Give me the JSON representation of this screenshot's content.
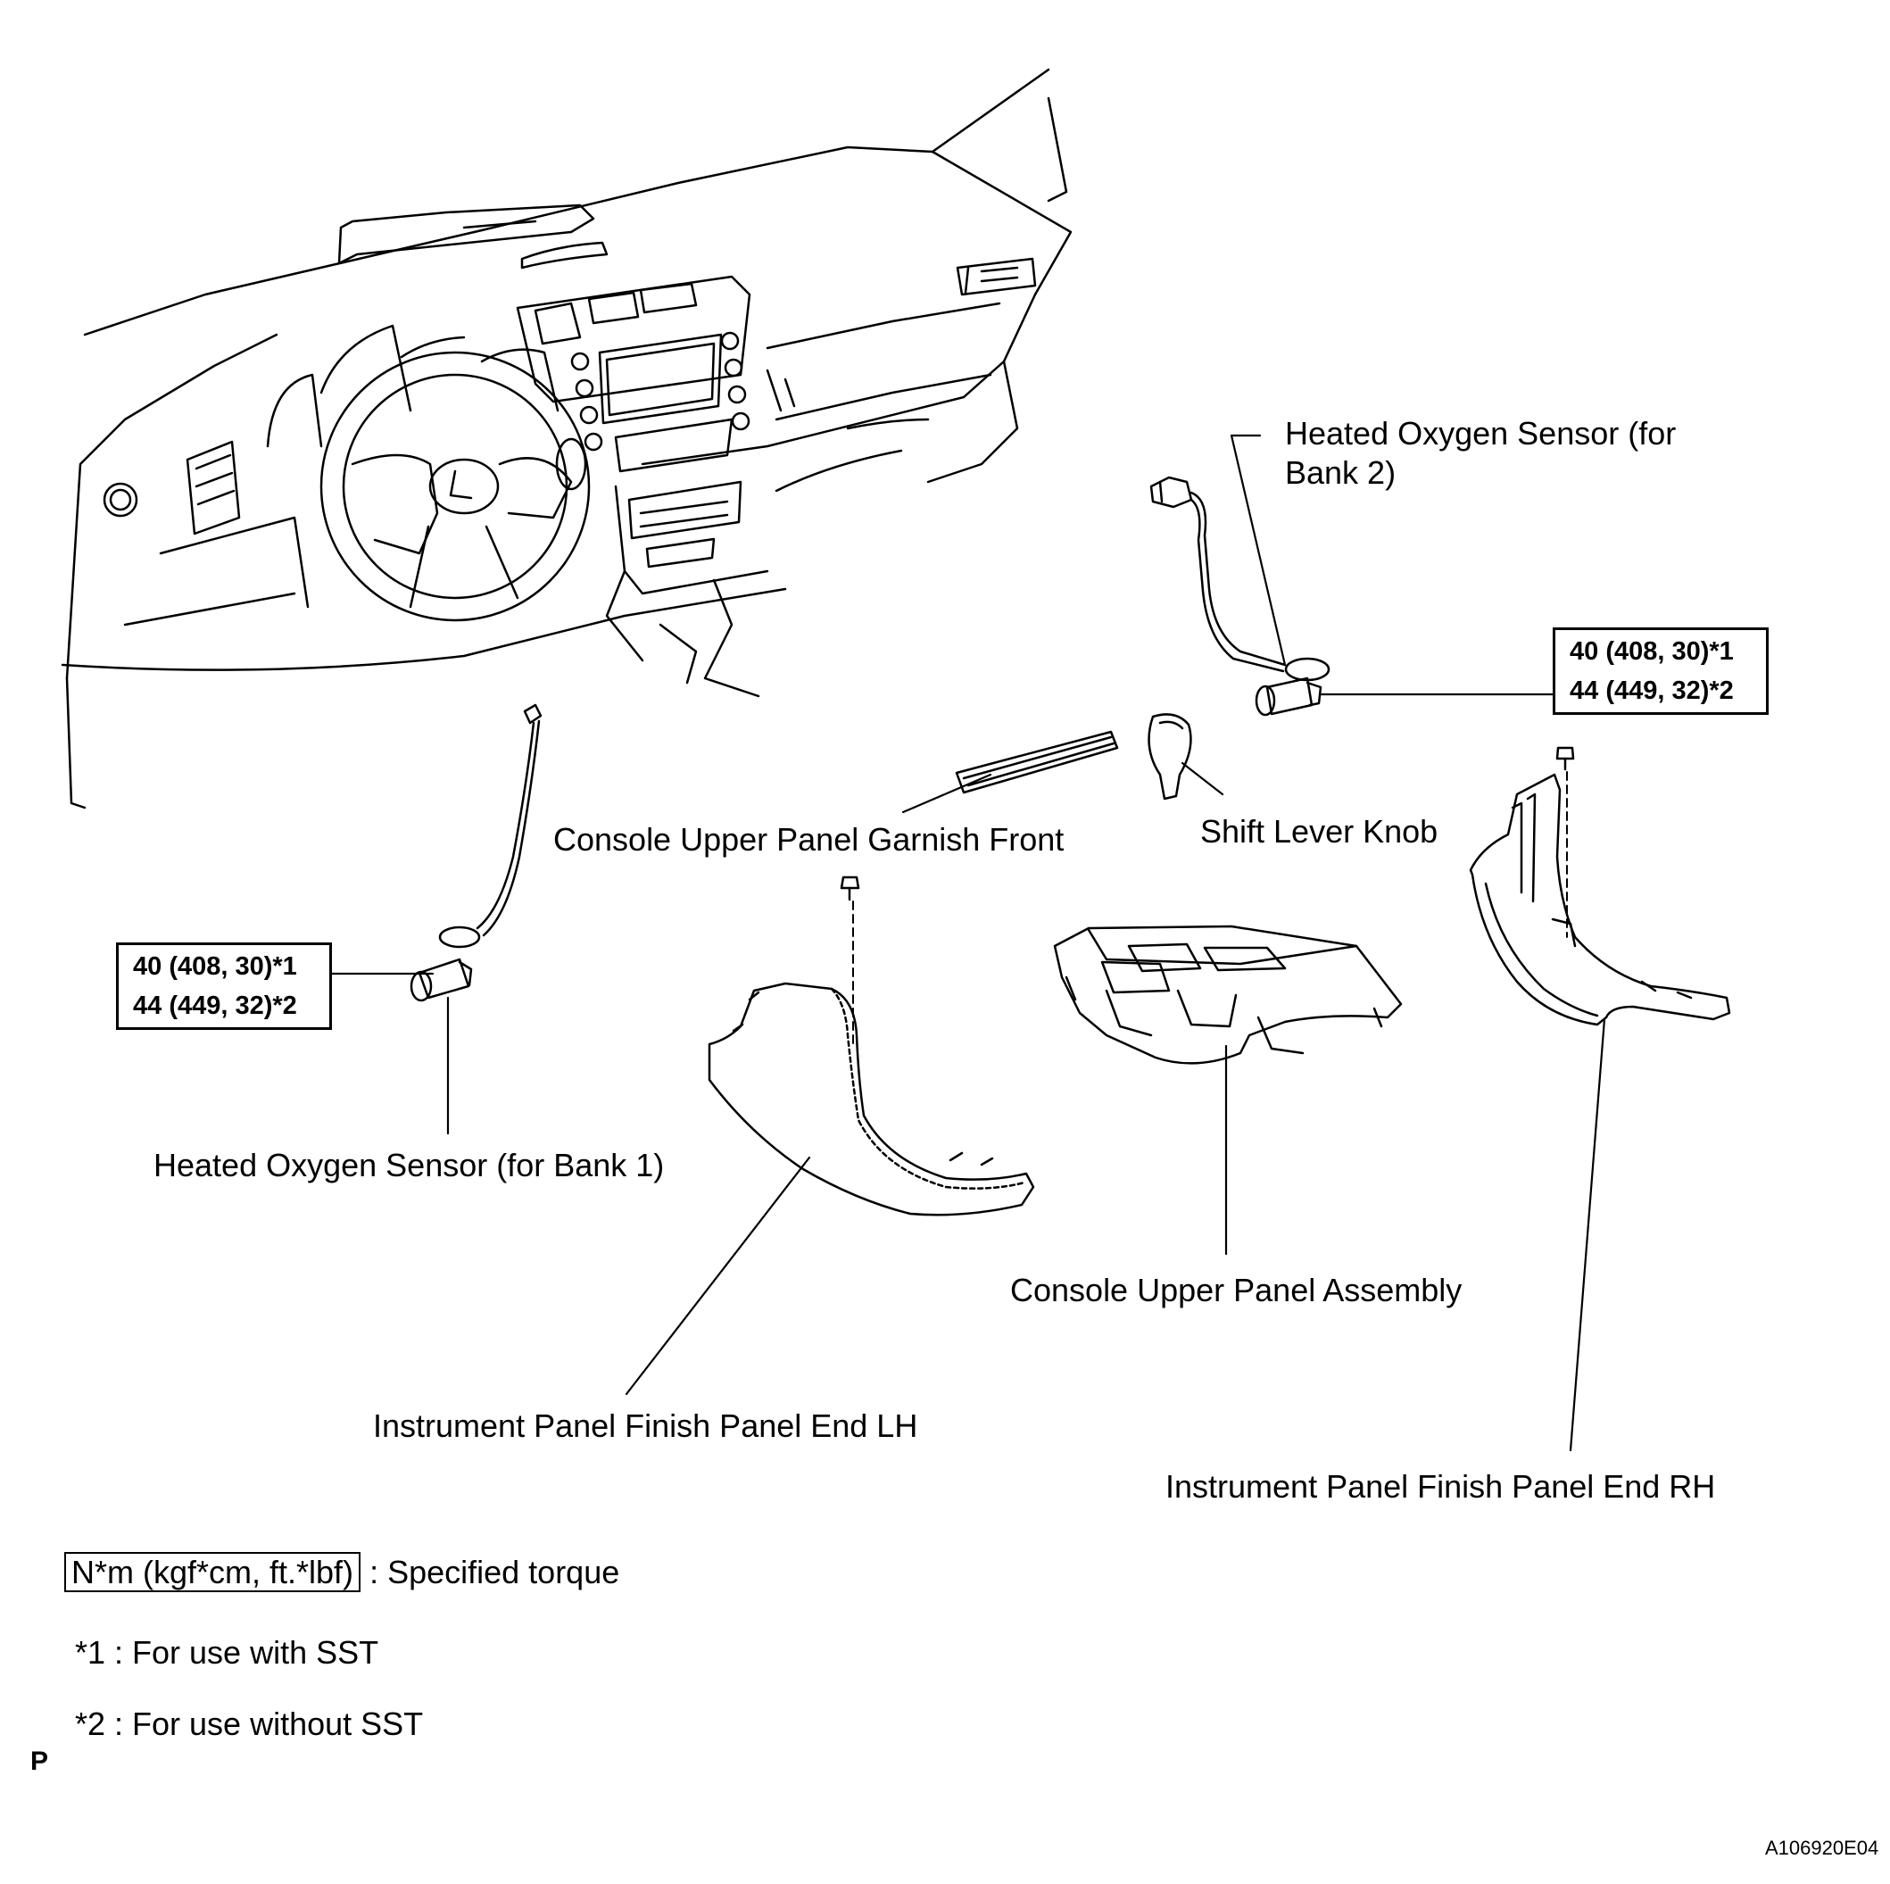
{
  "labels": {
    "o2_bank2_line1": "Heated Oxygen Sensor (for",
    "o2_bank2_line2": "Bank 2)",
    "o2_bank1": "Heated Oxygen Sensor (for Bank 1)",
    "garnish_front": "Console Upper Panel Garnish Front",
    "shift_knob": "Shift Lever Knob",
    "console_assembly": "Console Upper Panel Assembly",
    "finish_lh": "Instrument Panel Finish Panel End LH",
    "finish_rh": "Instrument Panel Finish Panel End RH"
  },
  "torque_right": {
    "line1": "40 (408, 30)*1",
    "line2": "44 (449, 32)*2"
  },
  "torque_left": {
    "line1": "40 (408, 30)*1",
    "line2": "44 (449, 32)*2"
  },
  "legend": {
    "unit_box": "N*m (kgf*cm, ft.*lbf)",
    "unit_desc": ": Specified torque",
    "note1": "*1 : For use with SST",
    "note2": "*2 : For use without SST"
  },
  "page_mark": "P",
  "figure_id": "A106920E04"
}
